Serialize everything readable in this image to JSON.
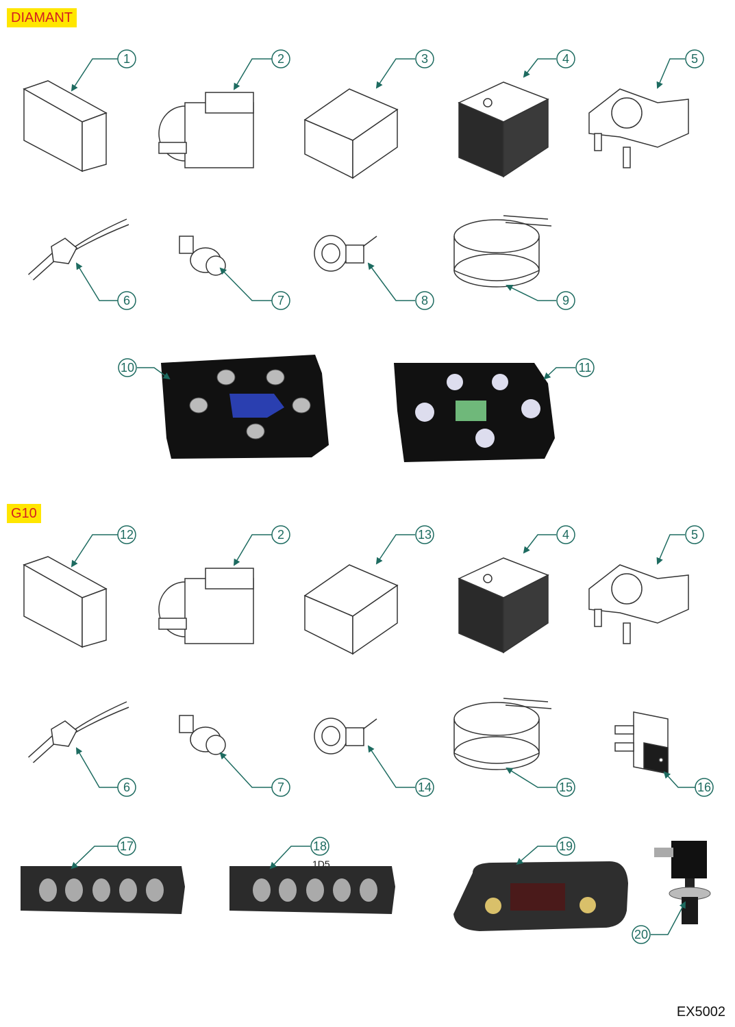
{
  "sections": [
    {
      "label": "DIAMANT"
    },
    {
      "label": "G10"
    }
  ],
  "callouts": [
    "1",
    "2",
    "3",
    "4",
    "5",
    "6",
    "7",
    "8",
    "9",
    "10",
    "11",
    "12",
    "2",
    "13",
    "4",
    "5",
    "6",
    "7",
    "14",
    "15",
    "16",
    "17",
    "18",
    "19",
    "20"
  ],
  "note_18": "1D5",
  "reference_code": "EX5002",
  "colors": {
    "callout": "#1d6b60",
    "label_bg": "#ffe600",
    "label_text": "#d42020"
  }
}
